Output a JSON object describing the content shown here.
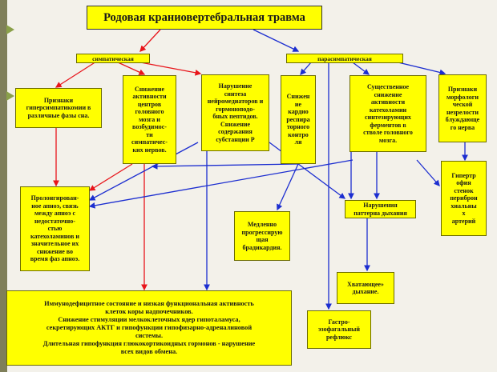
{
  "title": "Родовая краниовертебральная травма",
  "branches": {
    "sympathetic": "симпатическая",
    "parasympathetic": "парасимпатическая"
  },
  "nodes": {
    "hypersympathicotonia": "Признаки\nгиперсимпатикомии в\nразличные фазы сна.",
    "center_activity": "Снижение\nактивности\nцентров\nголовного\nмозга и\nвозбудимос-\nти\nсимпатичес-\nких нервов.",
    "neuromediators": "Нарушение\nсинтеза\nнейромедиаторов и\nгормоноподо-\nбных пептидов.\nСнижение\nсодержания\nсубстанции Р",
    "cardiorespiratory": "Снижен\nие\nкардио\nреспира\nторного\nконтро\nля",
    "catecholamines": "Существенное\nснижение\nактивности\nкатехоламин\nсинтезирующих\nферментов в\nстволе головного\nмозга.",
    "morphology": "Признаки\nморфологи\nческой\nнезрелости\nблуждающе\nго нерва",
    "apnea": "Пролонгирован-\nное апноэ, связь\nмежду апноэ с\nнедостаточно-\nстью\nкатехоламинов и\nзначительное их\nснижение во\nвремя фаз апноэ.",
    "bradycardia": "Медленно\nпрогрессирую\nщая\nбрадикардия.",
    "breathing_pattern": "Нарушения\nпаттерна дыхания",
    "hypertrophy": "Гипертр\nофия\nстенок\nпериброн\nхиальны\nх\nартерий",
    "gasping": "Хватающее»\nдыхание.",
    "reflux": "Гастро-\nэзофагальный\nрефлюкс",
    "immunodeficiency": "Иммунодефицитное состояние и низкая функциональная активность\nклеток коры надпочечников.\nСнижение стимуляции мелкоклеточных ядер гипоталамуса,\nсекретирующих АКТГ и гипофункции гипофизарно-адреналиновой\nсистемы.\nДлительная гипофункция глюкокортикоидных гормонов - нарушение\nвсех видов обмена."
  },
  "colors": {
    "background": "#f3f1ea",
    "box_fill": "#ffff00",
    "sympathetic_arrow": "#e8151b",
    "parasympathetic_arrow": "#1c2ed0",
    "side_stripe": "#7f7f5a",
    "bullet": "#8aa04a"
  }
}
